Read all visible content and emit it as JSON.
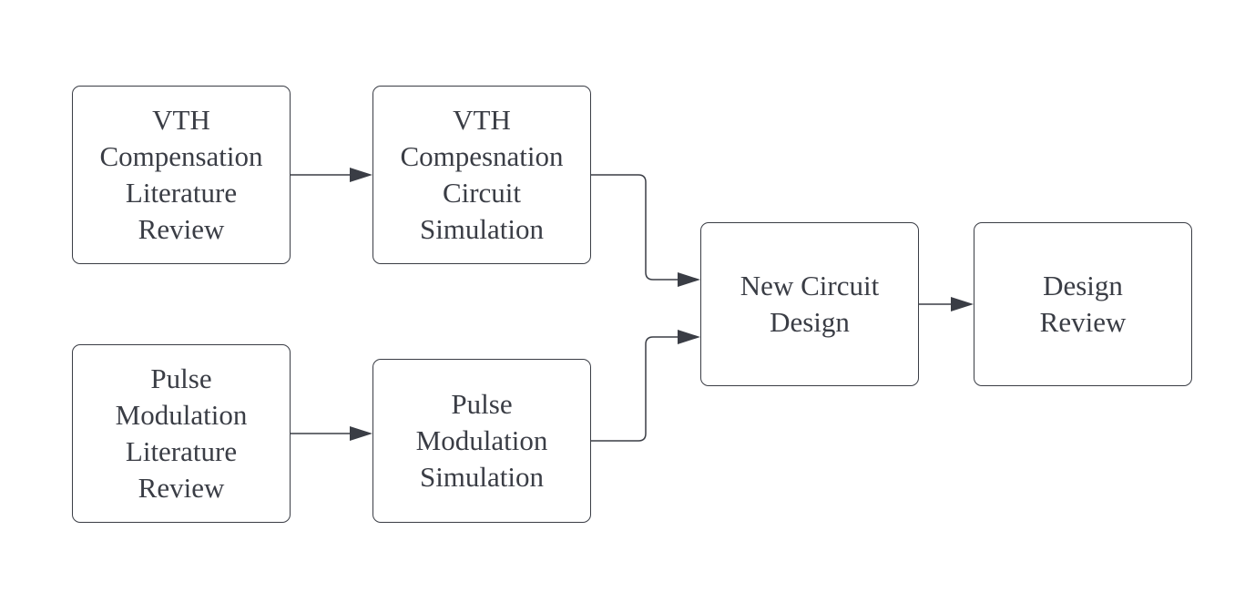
{
  "diagram": {
    "line_color": "#3a3d45",
    "nodes": [
      {
        "id": "vth-lit-review",
        "lines": [
          "VTH",
          "Compensation",
          "Literature",
          "Review"
        ]
      },
      {
        "id": "vth-circuit-sim",
        "lines": [
          "VTH",
          "Compesnation",
          "Circuit",
          "Simulation"
        ]
      },
      {
        "id": "pulse-lit-review",
        "lines": [
          "Pulse",
          "Modulation",
          "Literature",
          "Review"
        ]
      },
      {
        "id": "pulse-mod-sim",
        "lines": [
          "Pulse",
          "Modulation",
          "Simulation"
        ]
      },
      {
        "id": "new-circuit-design",
        "lines": [
          "New Circuit",
          "Design"
        ]
      },
      {
        "id": "design-review",
        "lines": [
          "Design",
          "Review"
        ]
      }
    ],
    "edges": [
      {
        "from": "vth-lit-review",
        "to": "vth-circuit-sim"
      },
      {
        "from": "pulse-lit-review",
        "to": "pulse-mod-sim"
      },
      {
        "from": "vth-circuit-sim",
        "to": "new-circuit-design"
      },
      {
        "from": "pulse-mod-sim",
        "to": "new-circuit-design"
      },
      {
        "from": "new-circuit-design",
        "to": "design-review"
      }
    ]
  }
}
